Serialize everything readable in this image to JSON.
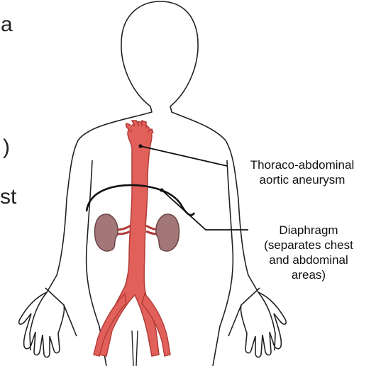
{
  "colors": {
    "outline": "#222222",
    "aorta_fill": "#e2605a",
    "aorta_stroke": "#b03c38",
    "kidney_fill": "#a37677",
    "kidney_stroke": "#6b4548",
    "leader": "#111111"
  },
  "cut_text": {
    "a": "a",
    "paren": ")",
    "st": "st"
  },
  "labels": {
    "aneurysm": {
      "line1": "Thoraco-abdominal",
      "line2": "aortic aneurysm"
    },
    "diaphragm": {
      "line1": "Diaphragm",
      "line2": "(separates chest",
      "line3": "and abdominal",
      "line4": "areas)"
    }
  }
}
